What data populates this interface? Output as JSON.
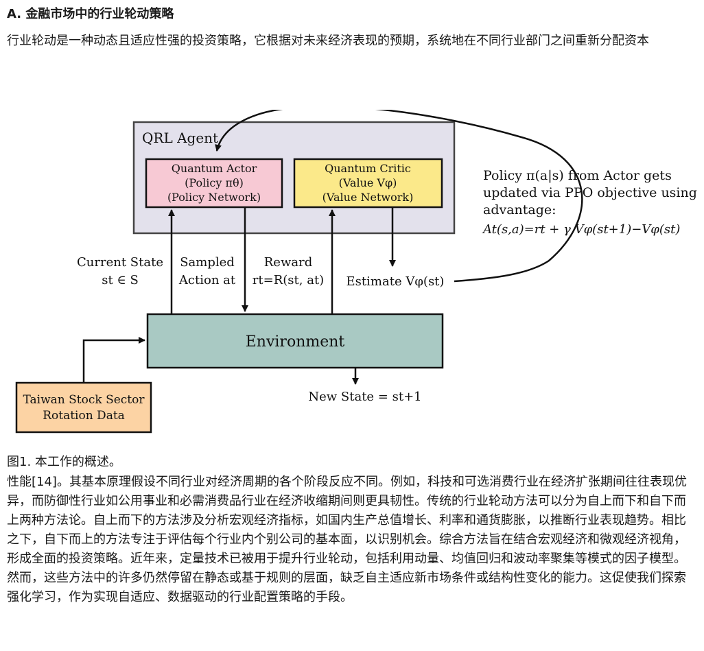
{
  "section": {
    "heading": "A. 金融市场中的行业轮动策略"
  },
  "intro_text": "行业轮动是一种动态且适应性强的投资策略，它根据对未来经济表现的预期，系统地在不同行业部门之间重新分配资本",
  "figure": {
    "agent_label": "QRL Agent",
    "actor": {
      "line1": "Quantum Actor",
      "line2": "(Policy πθ)",
      "line3": "(Policy Network)"
    },
    "critic": {
      "line1": "Quantum Critic",
      "line2": "(Value Vφ)",
      "line3": "(Value Network)"
    },
    "environment_label": "Environment",
    "data_box": {
      "line1": "Taiwan Stock Sector",
      "line2": "Rotation Data"
    },
    "current_state": {
      "line1": "Current State",
      "line2": "st ∈ S"
    },
    "sampled_action": {
      "line1": "Sampled",
      "line2": "Action at"
    },
    "reward": {
      "line1": "Reward",
      "line2": "rt=R(st, at)"
    },
    "estimate": "Estimate Vφ(st)",
    "new_state": "New State = st+1",
    "policy_note": {
      "line1": "Policy π(a|s)  from Actor gets",
      "line2": "updated via PPO objective using",
      "line3": "advantage:",
      "line4": "At(s,a)=rt + γ Vφ(st+1)−Vφ(st)"
    },
    "colors": {
      "agent_bg": "#e3e1ec",
      "actor_bg": "#f7c9d4",
      "critic_bg": "#fbe98a",
      "env_bg": "#a9c9c3",
      "data_bg": "#fcd3a4"
    }
  },
  "caption": "图1. 本工作的概述。",
  "body_text": "性能[14]。其基本原理假设不同行业对经济周期的各个阶段反应不同。例如，科技和可选消费行业在经济扩张期间往往表现优异，而防御性行业如公用事业和必需消费品行业在经济收缩期间则更具韧性。传统的行业轮动方法可以分为自上而下和自下而上两种方法论。自上而下的方法涉及分析宏观经济指标，如国内生产总值增长、利率和通货膨胀，以推断行业表现趋势。相比之下，自下而上的方法专注于评估每个行业内个别公司的基本面，以识别机会。综合方法旨在结合宏观经济和微观经济视角，形成全面的投资策略。近年来，定量技术已被用于提升行业轮动，包括利用动量、均值回归和波动率聚集等模式的因子模型。 然而，这些方法中的许多仍然停留在静态或基于规则的层面，缺乏自主适应新市场条件或结构性变化的能力。这促使我们探索强化学习，作为实现自适应、数据驱动的行业配置策略的手段。"
}
